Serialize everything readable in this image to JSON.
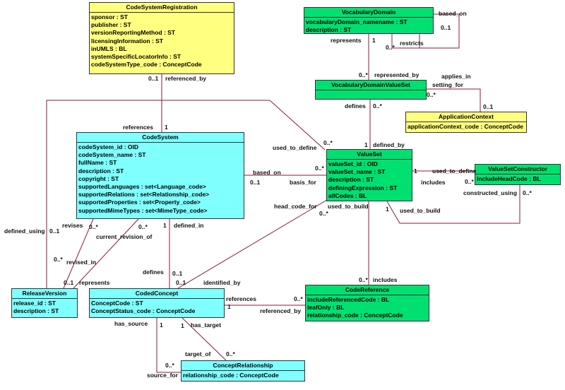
{
  "classes": {
    "code_system_registration": {
      "name": "CodeSystemRegistration",
      "attributes": [
        "sponsor : ST",
        "publisher : ST",
        "versionReportingMethod : ST",
        "licensingInformation : ST",
        "inUMLS : BL",
        "systemSpecificLocatorInfo : ST",
        "codeSystemType_code : ConceptCode"
      ]
    },
    "vocabulary_domain": {
      "name": "VocabularyDomain",
      "attributes": [
        "vocabularyDomain_namename : ST",
        "description : ST"
      ]
    },
    "vocabulary_domain_value_set": {
      "name": "VocabularyDomainValueSet",
      "attributes": []
    },
    "application_context": {
      "name": "ApplicationContext",
      "attributes": [
        "applicationContext_code : ConceptCode"
      ]
    },
    "code_system": {
      "name": "CodeSystem",
      "attributes": [
        "codeSystem_id : OID",
        "codeSystem_name : ST",
        "fullName : ST",
        "description : ST",
        "copyright : ST",
        "supportedLanguages : set<Language_code>",
        "supportedRelations : set<Relationship_code>",
        "supportedProperties : set<Property_code>",
        "supportedMimeTypes : set<MimeType_code>"
      ]
    },
    "value_set": {
      "name": "ValueSet",
      "attributes": [
        "valueSet_id : OID",
        "valueSet_name : ST",
        "description : ST",
        "definingExpression : ST",
        "allCodes : BL"
      ]
    },
    "value_set_constructor": {
      "name": "ValueSetConstructor",
      "attributes": [
        "includeHeadCode : BL"
      ]
    },
    "release_version": {
      "name": "ReleaseVersion",
      "attributes": [
        "release_id : ST",
        "description : ST"
      ]
    },
    "coded_concept": {
      "name": "CodedConcept",
      "attributes": [
        "ConceptCode : ST",
        "ConceptStatus_code : ConceptCode"
      ]
    },
    "code_reference": {
      "name": "CodeReference",
      "attributes": [
        "includeReferencedCode : BL",
        "leafOnly : BL",
        "relationship_code : ConceptCode"
      ]
    },
    "concept_relationship": {
      "name": "ConceptRelationship",
      "attributes": [
        "relationship_code : ConceptCode"
      ]
    }
  },
  "labels": {
    "based_on_vd": "based_on",
    "vd_0_1": "0..1",
    "vd_restricts": "restricts",
    "vd_0_star": "0..*",
    "represents": "represents",
    "represents_1": "1",
    "represented_by": "represented_by",
    "represented_0_star": "0..*",
    "applies_in": "applies_in",
    "setting_for": "setting_for",
    "ac_0_star": "0..*",
    "ac_0_1": "0..1",
    "defines_vs": "defines",
    "defines_0_star": "0..*",
    "defined_by_1": "1",
    "defined_by": "defined_by",
    "csr_0_1": "0..1",
    "referenced_by_csr": "referenced_by",
    "references_cs": "references",
    "cs_1": "1",
    "used_to_define_cs": "used_to_define",
    "vs_0_star_top": "0..*",
    "based_on_cs": "based_on",
    "based_on_0_star": "0..*",
    "cs_0_1": "0..1",
    "basis_for": "basis_for",
    "vs_1_right": "1",
    "used_to_define_vsc": "used_to_define",
    "includes_vsc": "includes",
    "vsc_0_star": "0..*",
    "constructed_using": "constructed_using",
    "vsc_0_star_b": "0..*",
    "head_code_for": "head_code_for",
    "used_to_build_a": "used_to_build",
    "hcf_0_star": "0..*",
    "vs_1_bottom": "1",
    "used_to_build_b": "used_to_build",
    "defined_using": "defined_using",
    "du_0_1": "0..1",
    "revises": "revises",
    "revises_0_star": "0..*",
    "current_revision_of": "current_revision_of",
    "cro_0_star": "0..*",
    "defined_in_1": "1",
    "defined_in": "defined_in",
    "rv_0_star": "0..*",
    "revised_in": "revised_in",
    "rv_0_1": "0..1",
    "represents_rv": "represents",
    "defines_cc": "defines",
    "cc_0_1": "0..1",
    "cc_0_1_b": "0..1",
    "identified_by": "identified_by",
    "cr_0_star": "0..*",
    "cr_includes": "includes",
    "references_cc": "references",
    "cc_1": "1",
    "cr_0_star_b": "0..*",
    "referenced_by_cr": "referenced_by",
    "has_source": "has_source",
    "hs_1": "1",
    "has_target": "has_target",
    "ht_1": "1",
    "target_of": "target_of",
    "to_0_star": "0..*",
    "so_0_star": "0..*",
    "source_for": "source_for"
  }
}
